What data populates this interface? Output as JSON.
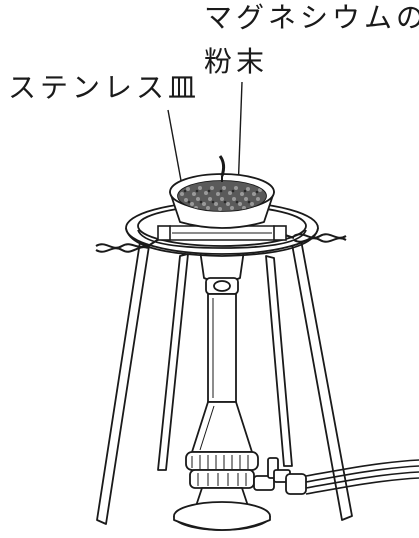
{
  "labels": {
    "magnesium_line1": "マグネシウムの",
    "magnesium_line2": "粉末",
    "stainless_dish": "ステンレス皿"
  },
  "colors": {
    "line": "#1a1a1a",
    "background": "#ffffff",
    "powder_dark": "#2a2a2a",
    "powder_light": "#9a9a9a"
  },
  "icons": {
    "apparatus": "tripod-burner-setup"
  }
}
